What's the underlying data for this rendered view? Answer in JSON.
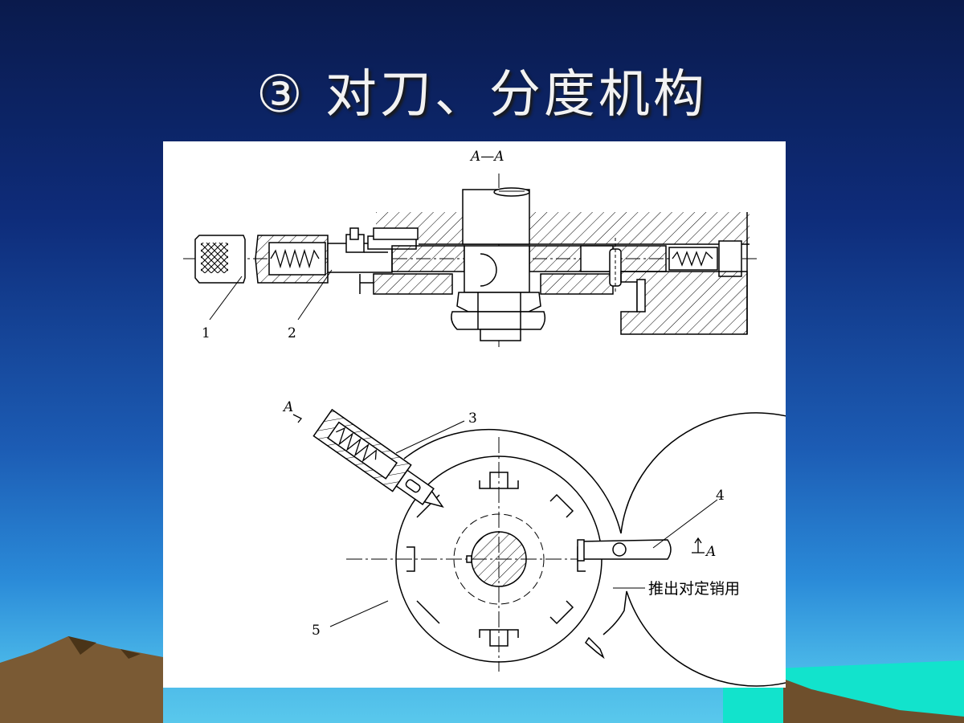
{
  "slide": {
    "title": "③ 对刀、分度机构",
    "background": {
      "top": "#0a1a4c",
      "bottom": "#59c8ec",
      "mountain": "#7a5a34",
      "sea": "#12e3cc"
    }
  },
  "diagram": {
    "section_label": "A—A",
    "section_marker_left": "A",
    "section_marker_right": "A",
    "callouts": [
      "1",
      "2",
      "3",
      "4",
      "5"
    ],
    "annotation": "推出对定销用"
  }
}
